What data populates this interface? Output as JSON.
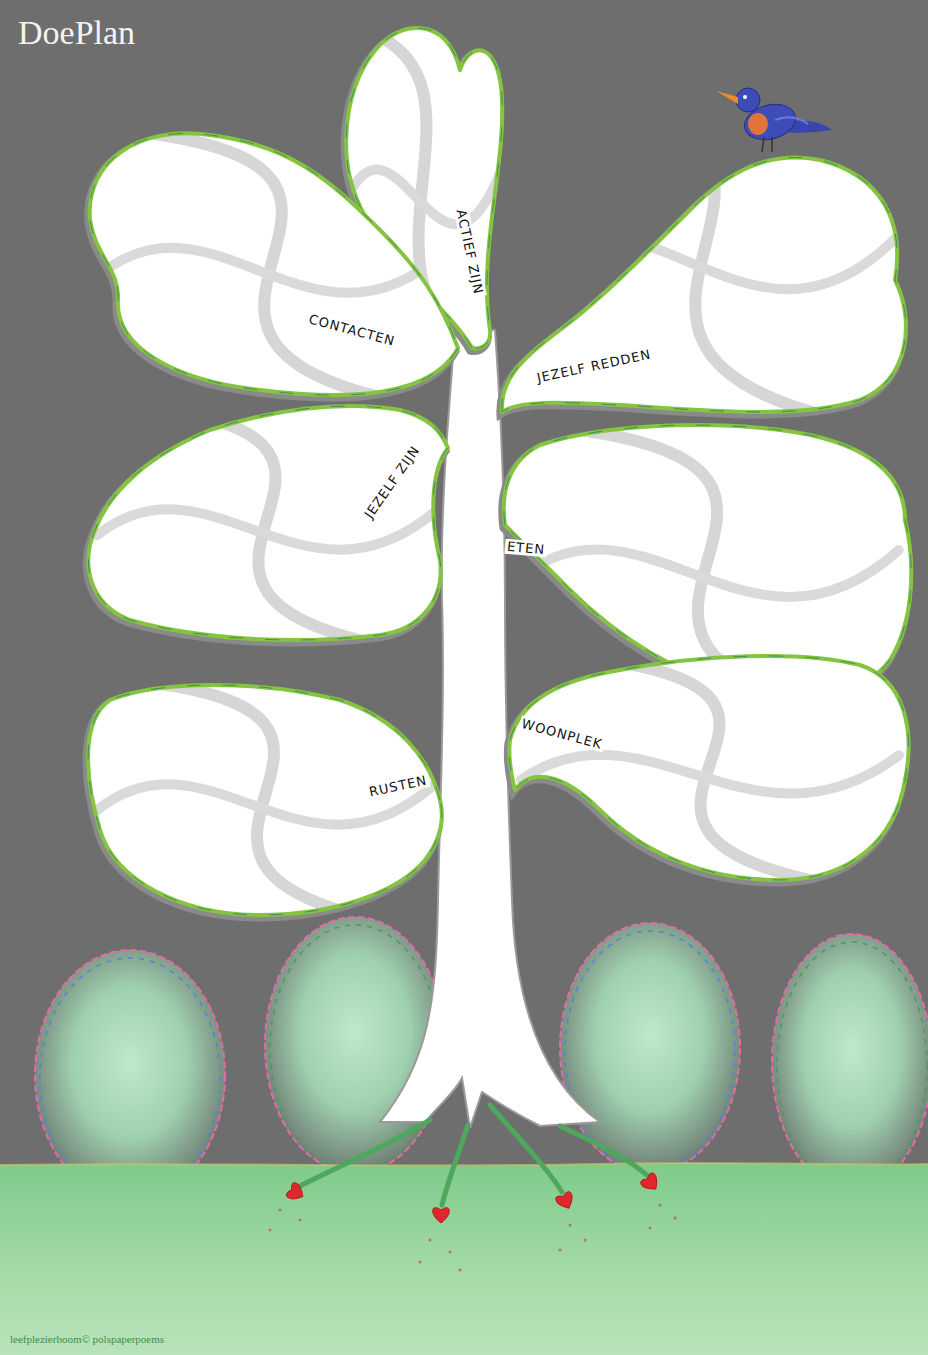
{
  "diagram": {
    "title": "DoePlan",
    "nodes": [
      {
        "text": [
          "ACTIEF ZIJN"
        ]
      },
      {
        "text": [
          "CONTACTEN"
        ]
      },
      {
        "text": [
          "JEZELF REDDEN"
        ]
      },
      {
        "text": [
          "JEZELF ZIJN"
        ]
      },
      {
        "text": [
          "ETEN"
        ]
      },
      {
        "text": [
          "WOONPLEK"
        ]
      },
      {
        "text": [
          "RUSTEN"
        ]
      }
    ],
    "labels": [
      "leefplezierboom© polspaperpoems"
    ]
  }
}
